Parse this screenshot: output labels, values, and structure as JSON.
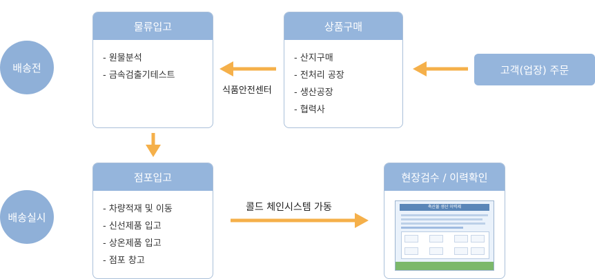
{
  "stages": {
    "before_delivery": "배송전",
    "during_delivery": "배송실시"
  },
  "boxes": {
    "logistics": {
      "title": "물류입고",
      "items": [
        "원물분석",
        "금속검출기테스트"
      ]
    },
    "purchase": {
      "title": "상품구매",
      "items": [
        "산지구매",
        "전처리 공장",
        "생산공장",
        "협력사"
      ]
    },
    "store": {
      "title": "점포입고",
      "items": [
        "차량적재 및 이동",
        "신선제품 입고",
        "상온제품 입고",
        "점포 창고"
      ]
    },
    "inspection": {
      "title": "현장검수 / 이력확인",
      "screenshot_title": "축산물 생산 이력제"
    }
  },
  "customer_order": "고객(업장) 주문",
  "labels": {
    "food_safety_center": "식품안전센터",
    "cold_chain": "콜드 체인시스템 가동"
  },
  "colors": {
    "box_header": "#95b5dc",
    "circle": "#8fb0d8",
    "arrow": "#f5b04a"
  }
}
